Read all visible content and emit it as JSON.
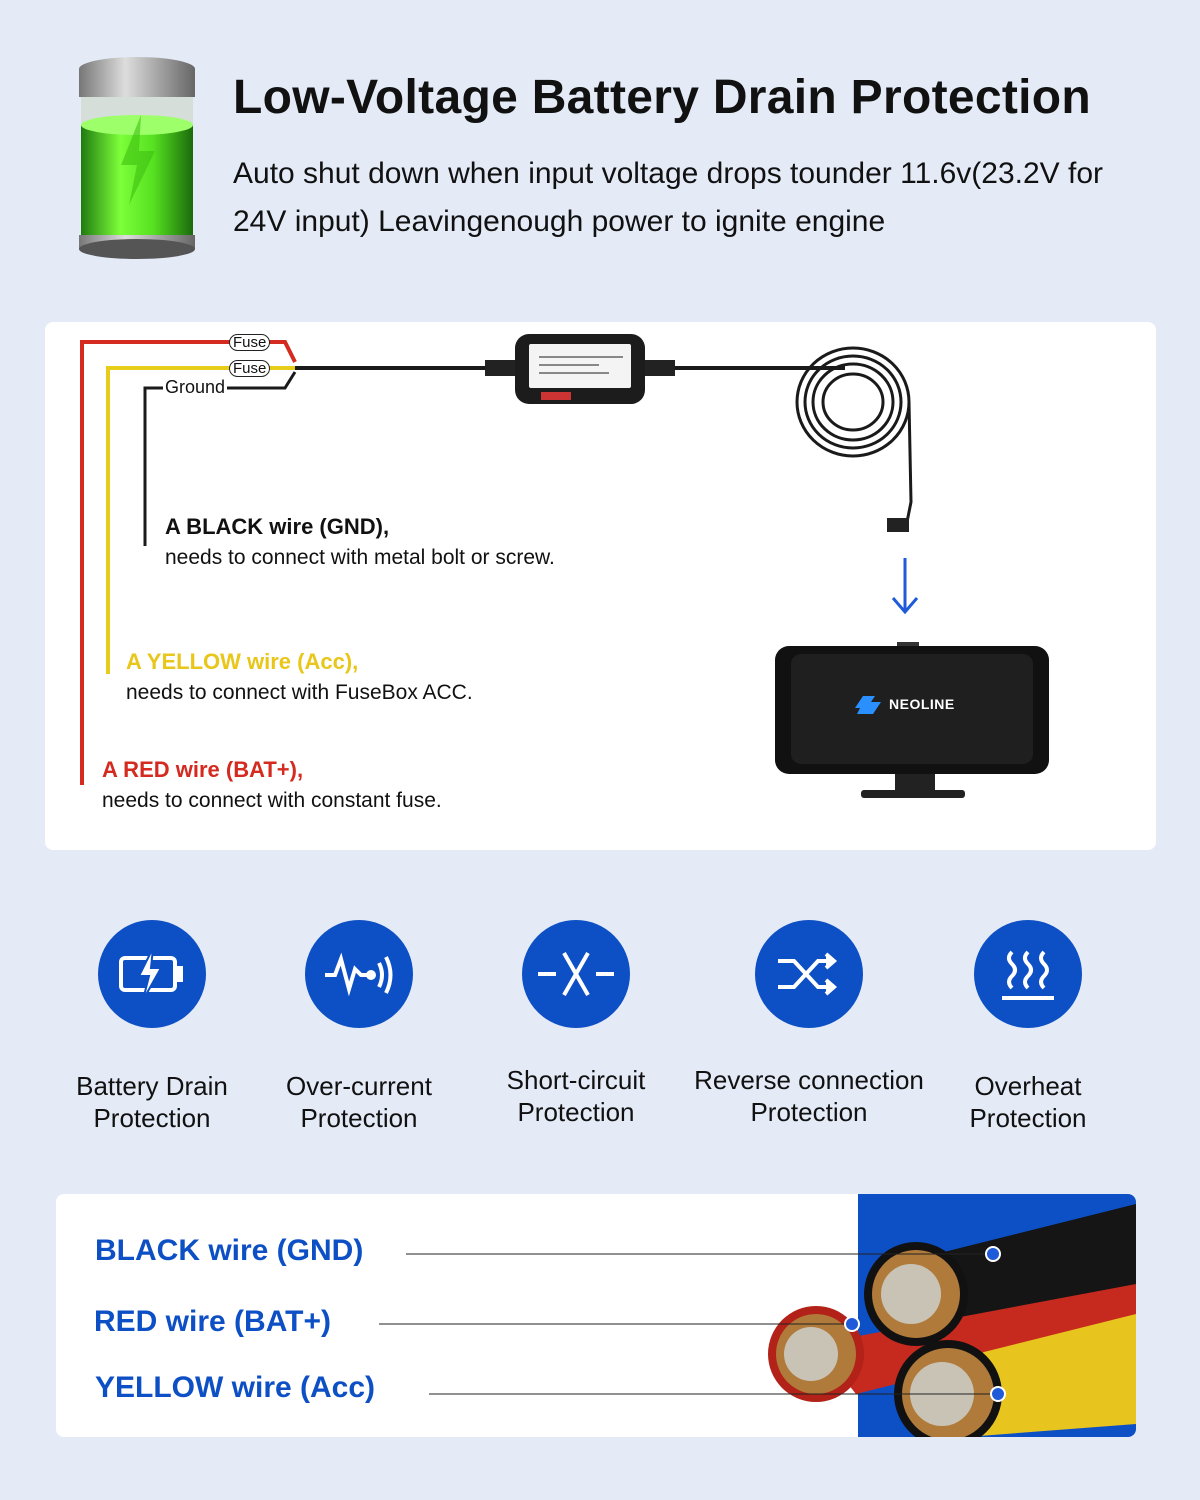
{
  "header": {
    "title": "Low-Voltage Battery Drain Protection",
    "subtitle": "Auto shut down when input voltage drops tounder 11.6v(23.2V for 24V input) Leavingenough power to ignite engine"
  },
  "wiring": {
    "fuse_label_1": "Fuse",
    "fuse_label_2": "Fuse",
    "ground_label": "Ground",
    "brand": "NEOLINE",
    "black": {
      "title": "A BLACK wire (GND),",
      "desc": "needs to connect with metal bolt or screw."
    },
    "yellow": {
      "title": "A YELLOW wire (Acc),",
      "desc": "needs to connect with FuseBox ACC."
    },
    "red": {
      "title": "A RED wire (BAT+),",
      "desc": "needs to connect with constant fuse."
    },
    "colors": {
      "black": "#1a1a1a",
      "yellow": "#e8cc1a",
      "red": "#d42a20"
    }
  },
  "features": [
    {
      "icon": "battery-bolt-icon",
      "line1": "Battery Drain",
      "line2": "Protection"
    },
    {
      "icon": "current-wave-icon",
      "line1": "Over-current",
      "line2": "Protection"
    },
    {
      "icon": "short-circuit-icon",
      "line1": "Short-circuit",
      "line2": "Protection"
    },
    {
      "icon": "shuffle-arrows-icon",
      "line1": "Reverse connection",
      "line2": "Protection"
    },
    {
      "icon": "heat-waves-icon",
      "line1": "Overheat",
      "line2": "Protection"
    }
  ],
  "cables": {
    "black": "BLACK wire (GND)",
    "red": "RED wire (BAT+)",
    "yellow": "YELLOW wire (Acc)"
  },
  "accent_color": "#0d4fc4"
}
